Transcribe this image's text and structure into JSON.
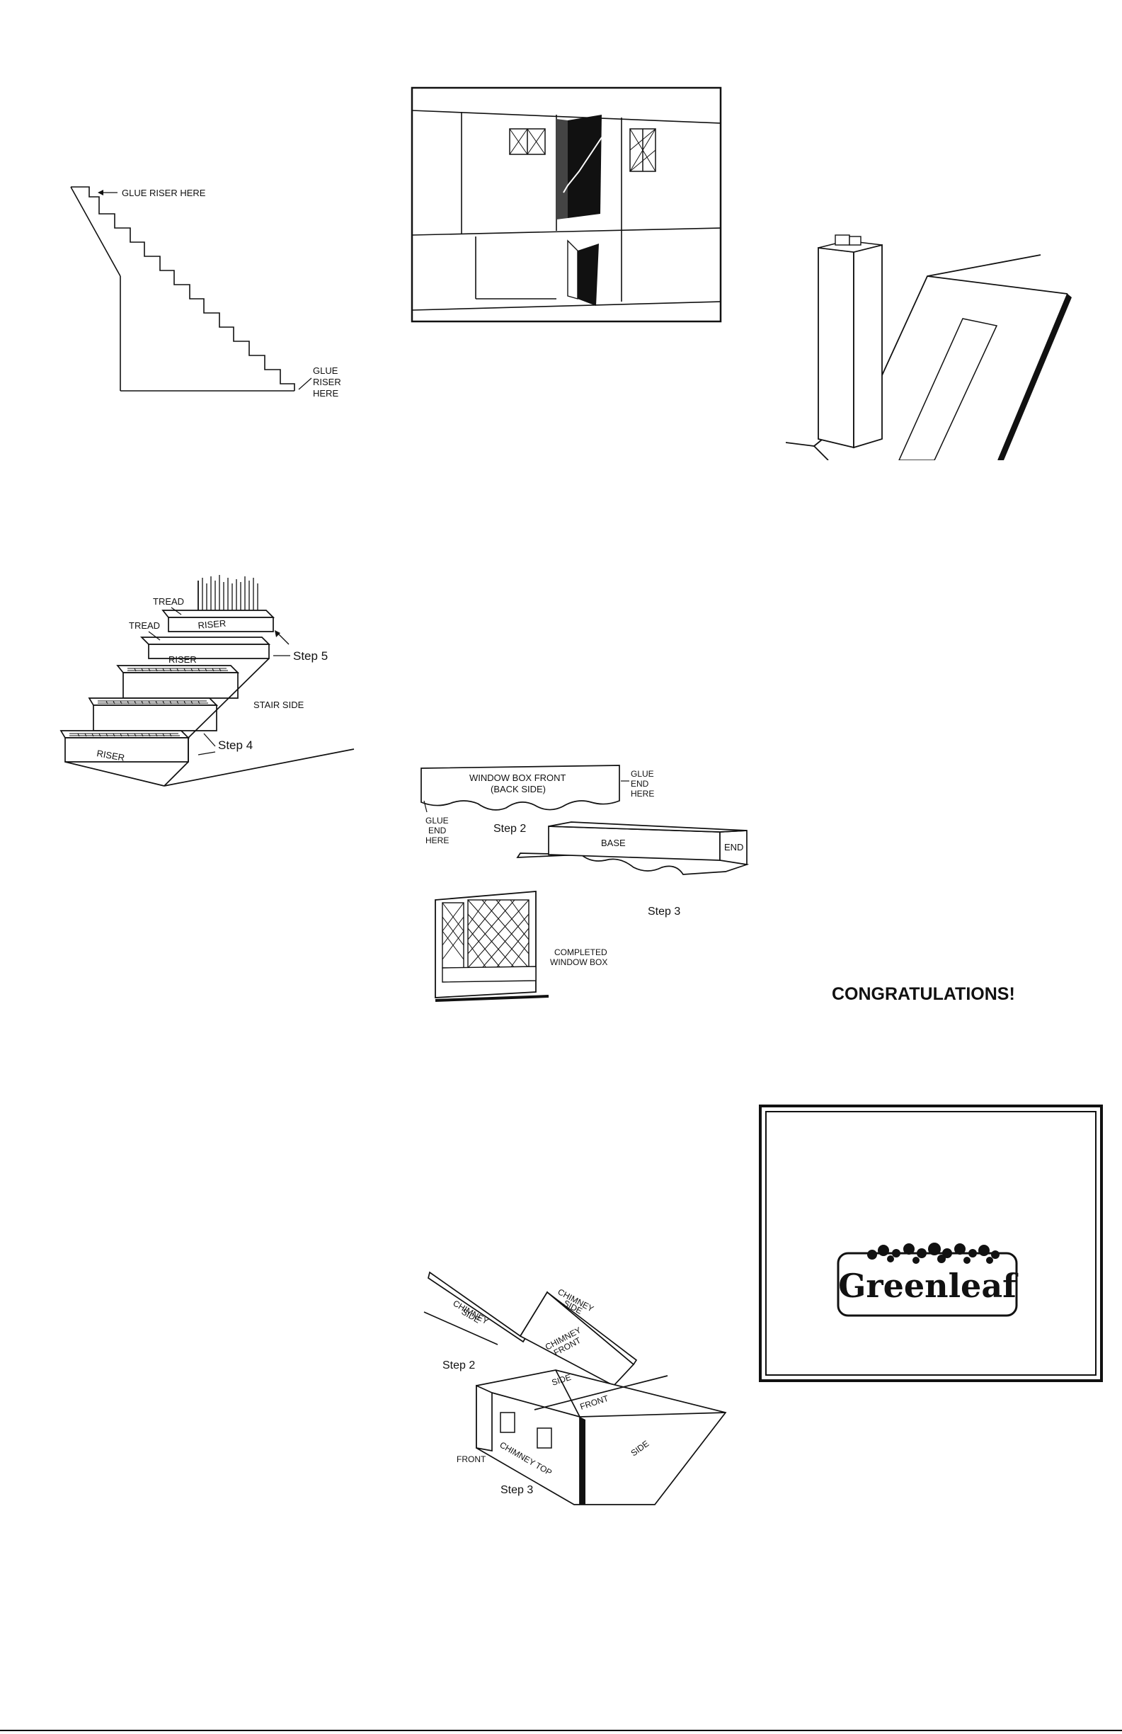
{
  "stair_profile": {
    "top_label": "GLUE RISER HERE",
    "bottom_label_lines": [
      "GLUE",
      "RISER",
      "HERE"
    ]
  },
  "stairs_3d": {
    "tread_1": "TREAD",
    "tread_2": "TREAD",
    "riser_1": "RISER",
    "riser_2": "RISER",
    "riser_bottom": "RISER",
    "stair_side": "STAIR SIDE",
    "step5": "Step 5",
    "step4": "Step 4"
  },
  "window_box": {
    "front_line1": "WINDOW BOX FRONT",
    "front_line2": "(BACK SIDE)",
    "glue_right_lines": [
      "GLUE",
      "END",
      "HERE"
    ],
    "glue_left_lines": [
      "GLUE",
      "END",
      "HERE"
    ],
    "step2": "Step 2",
    "base": "BASE",
    "end": "END",
    "step3": "Step 3",
    "completed_line1": "COMPLETED",
    "completed_line2": "WINDOW BOX"
  },
  "chimney": {
    "side_left_lines": [
      "CHIMNEY",
      "SIDE"
    ],
    "side_right_lines": [
      "CHIMNEY",
      "SIDE"
    ],
    "front_lines": [
      "CHIMNEY",
      "FRONT"
    ],
    "step2": "Step 2",
    "side": "SIDE",
    "front_inner": "FRONT",
    "side_right": "SIDE",
    "chimney_top": "CHIMNEY TOP",
    "front_outer": "FRONT",
    "step3": "Step 3"
  },
  "congratulations": "CONGRATULATIONS!",
  "logo_text": "Greenleaf"
}
